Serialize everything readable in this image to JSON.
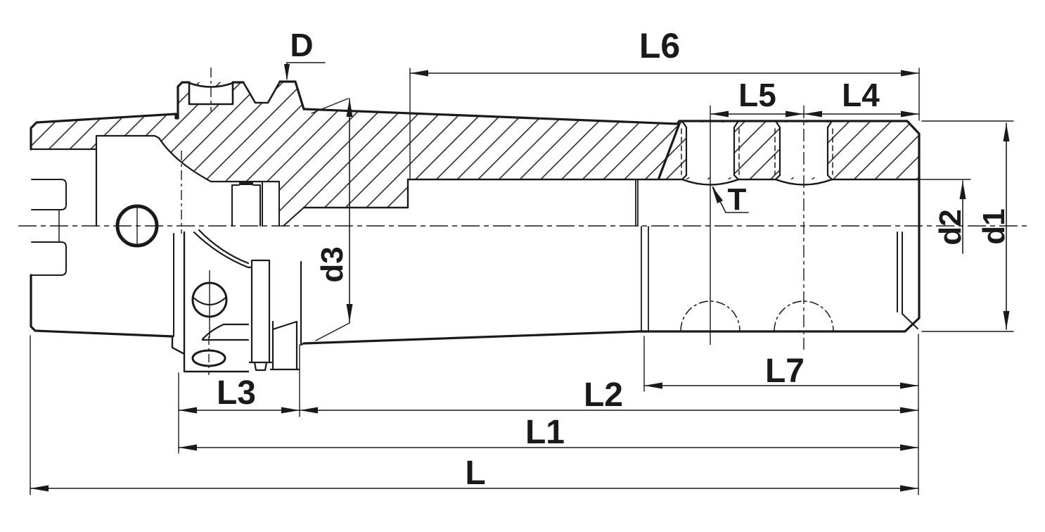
{
  "labels": {
    "D": "D",
    "L6": "L6",
    "L5": "L5",
    "L4": "L4",
    "T": "T",
    "d2": "d2",
    "d1": "d1",
    "d3": "d3",
    "L3": "L3",
    "L7": "L7",
    "L2": "L2",
    "L1": "L1",
    "L": "L"
  },
  "colors": {
    "line": "#1a1a1a",
    "background": "#ffffff"
  }
}
